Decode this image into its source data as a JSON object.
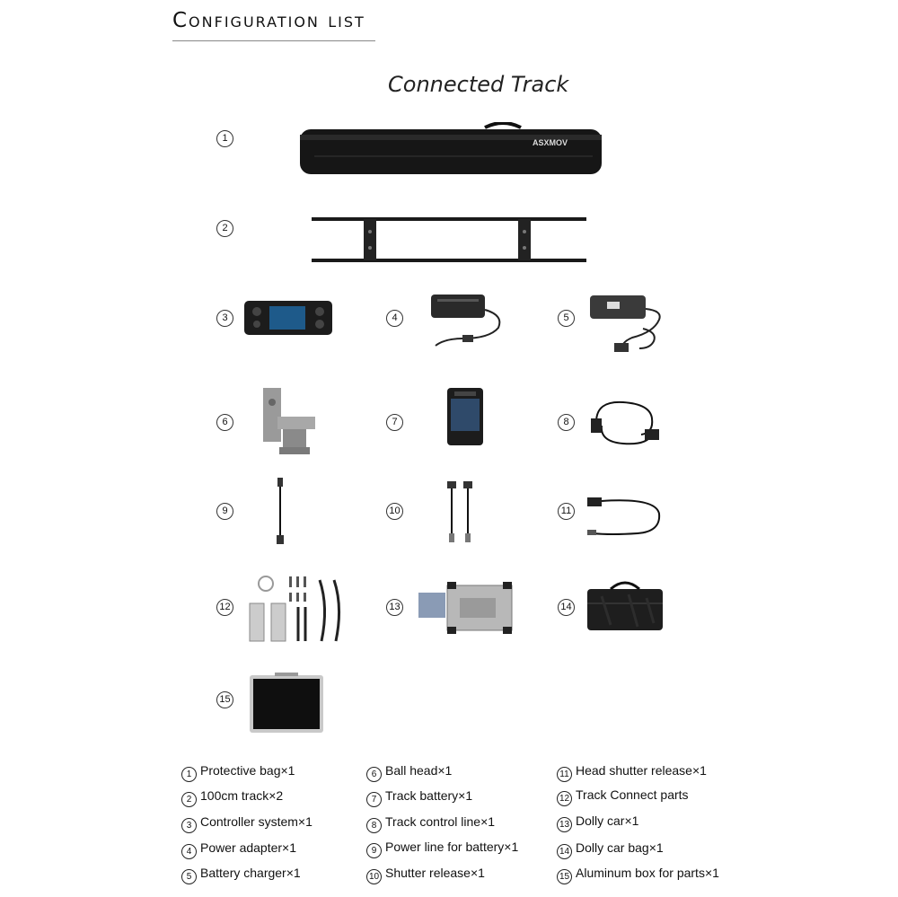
{
  "header": {
    "title": "Configuration list"
  },
  "section": {
    "title": "Connected Track"
  },
  "brand": {
    "logo_text": "ASXMOV"
  },
  "items": [
    {
      "num": "1",
      "label": "Protective bag×1"
    },
    {
      "num": "2",
      "label": "100cm track×2"
    },
    {
      "num": "3",
      "label": "Controller system×1"
    },
    {
      "num": "4",
      "label": "Power adapter×1"
    },
    {
      "num": "5",
      "label": "Battery charger×1"
    },
    {
      "num": "6",
      "label": "Ball head×1"
    },
    {
      "num": "7",
      "label": "Track battery×1"
    },
    {
      "num": "8",
      "label": "Track control line×1"
    },
    {
      "num": "9",
      "label": "Power line for battery×1"
    },
    {
      "num": "10",
      "label": "Shutter release×1"
    },
    {
      "num": "11",
      "label": "Head shutter release×1"
    },
    {
      "num": "12",
      "label": "Track Connect parts"
    },
    {
      "num": "13",
      "label": "Dolly car×1"
    },
    {
      "num": "14",
      "label": "Dolly car bag×1"
    },
    {
      "num": "15",
      "label": "Aluminum box for parts×1"
    }
  ]
}
